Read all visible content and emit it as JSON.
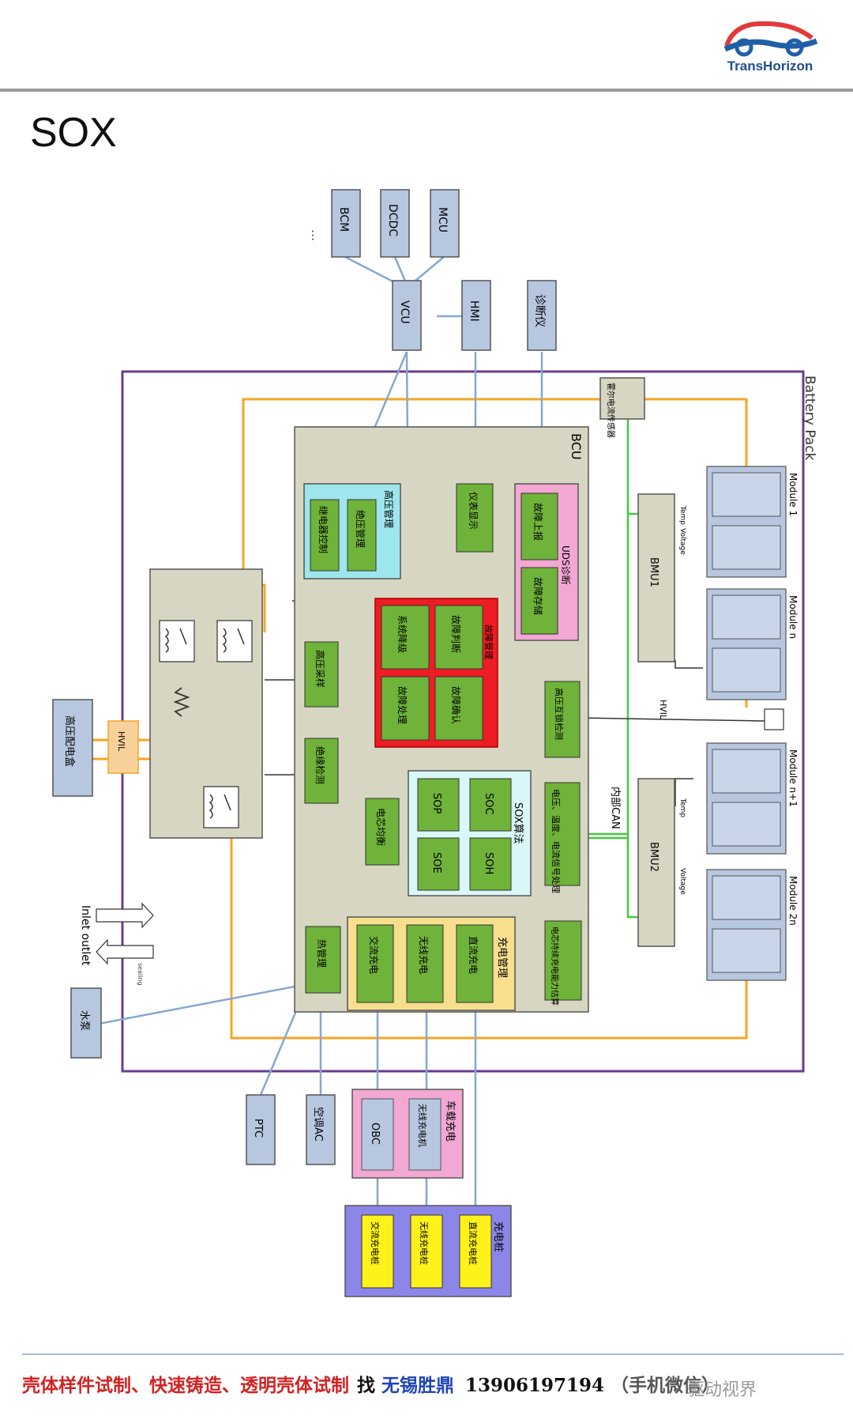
{
  "header": {
    "logo_text": "TransHorizon"
  },
  "page": {
    "title": "SOX"
  },
  "diagram": {
    "ext_top": {
      "dots": "...",
      "bcm": "BCM",
      "dcdc": "DCDC",
      "mcu": "MCU",
      "vcu": "VCU",
      "hmi": "HMI",
      "diag": "诊断仪"
    },
    "pack": {
      "label": "Battery Pack",
      "hall_sensor": "霍尔电流传感器",
      "modules": [
        "Module 1",
        "Module n",
        "Module n+1",
        "Module 2n"
      ],
      "bmu1": "BMU1",
      "bmu2": "BMU2",
      "temp": "Temp",
      "voltage": "Voltage",
      "hvil": "HVIL",
      "internal_can": "内部CAN"
    },
    "bcu": {
      "label": "BCU",
      "hv_mgmt": "高压管理",
      "insul": "绝压管理",
      "relay_ctrl": "继电器控制",
      "instrument": "仪表显示",
      "uds": "UDS诊断",
      "fault_report": "故障上报",
      "fault_store": "故障存储",
      "fault_mgmt": "故障管理",
      "sys_degrade": "系统降级",
      "fault_judge": "故障判断",
      "fault_handle": "故障处理",
      "fault_confirm": "故障确认",
      "hv_sample": "高压采样",
      "fault_detect": "绝缘检测",
      "hv_interlock": "高压互锁检测",
      "sox": "SOX算法",
      "soc": "SOC",
      "sop": "SOP",
      "soh": "SOH",
      "soe": "SOE",
      "balance": "电芯均衡",
      "signal": "电压、温度、电流信号处理",
      "charge_mgmt": "充电管理",
      "dc_charge": "直流充电",
      "wireless_charge": "无线充电",
      "ac_charge": "交流充电",
      "thermal": "热管理",
      "cont_charge": "电芯持续充电能力估算"
    },
    "left": {
      "hv_box": "高压配电盒",
      "hvil": "HVIL",
      "inlet": "Inlet outlet",
      "sealing": "sealing",
      "pump": "水泵"
    },
    "bottom": {
      "ptc": "PTC",
      "ac": "空调AC",
      "onboard": "车载充电",
      "obc": "OBC",
      "wireless_unit": "无线充电机",
      "pile": "充电桩",
      "dc_pile": "直流充电桩",
      "wireless_pile": "无线充电桩",
      "ac_pile": "交流充电桩"
    }
  },
  "footer": {
    "text1": "壳体样件试制、快速铸造、透明壳体试制",
    "text2": "找",
    "text3": "无锡胜鼎",
    "text4": "13906197194",
    "text5": "（手机微信）",
    "watermark": "驱动视界"
  },
  "colors": {
    "pack_border": "#6a3d8f",
    "bcu_fill": "#d6d6c2",
    "ext_box": "#b7c7e0",
    "green_box": "#6fb33a",
    "red_block": "#ee1c24",
    "cyan_box": "#9ee6ee",
    "pink_box": "#f3a7d3",
    "yellow_box": "#f8df8e",
    "blue_pile": "#8c86e8",
    "orange_wire": "#f5a623",
    "blue_wire": "#86a8d0",
    "green_wire": "#45c845"
  }
}
